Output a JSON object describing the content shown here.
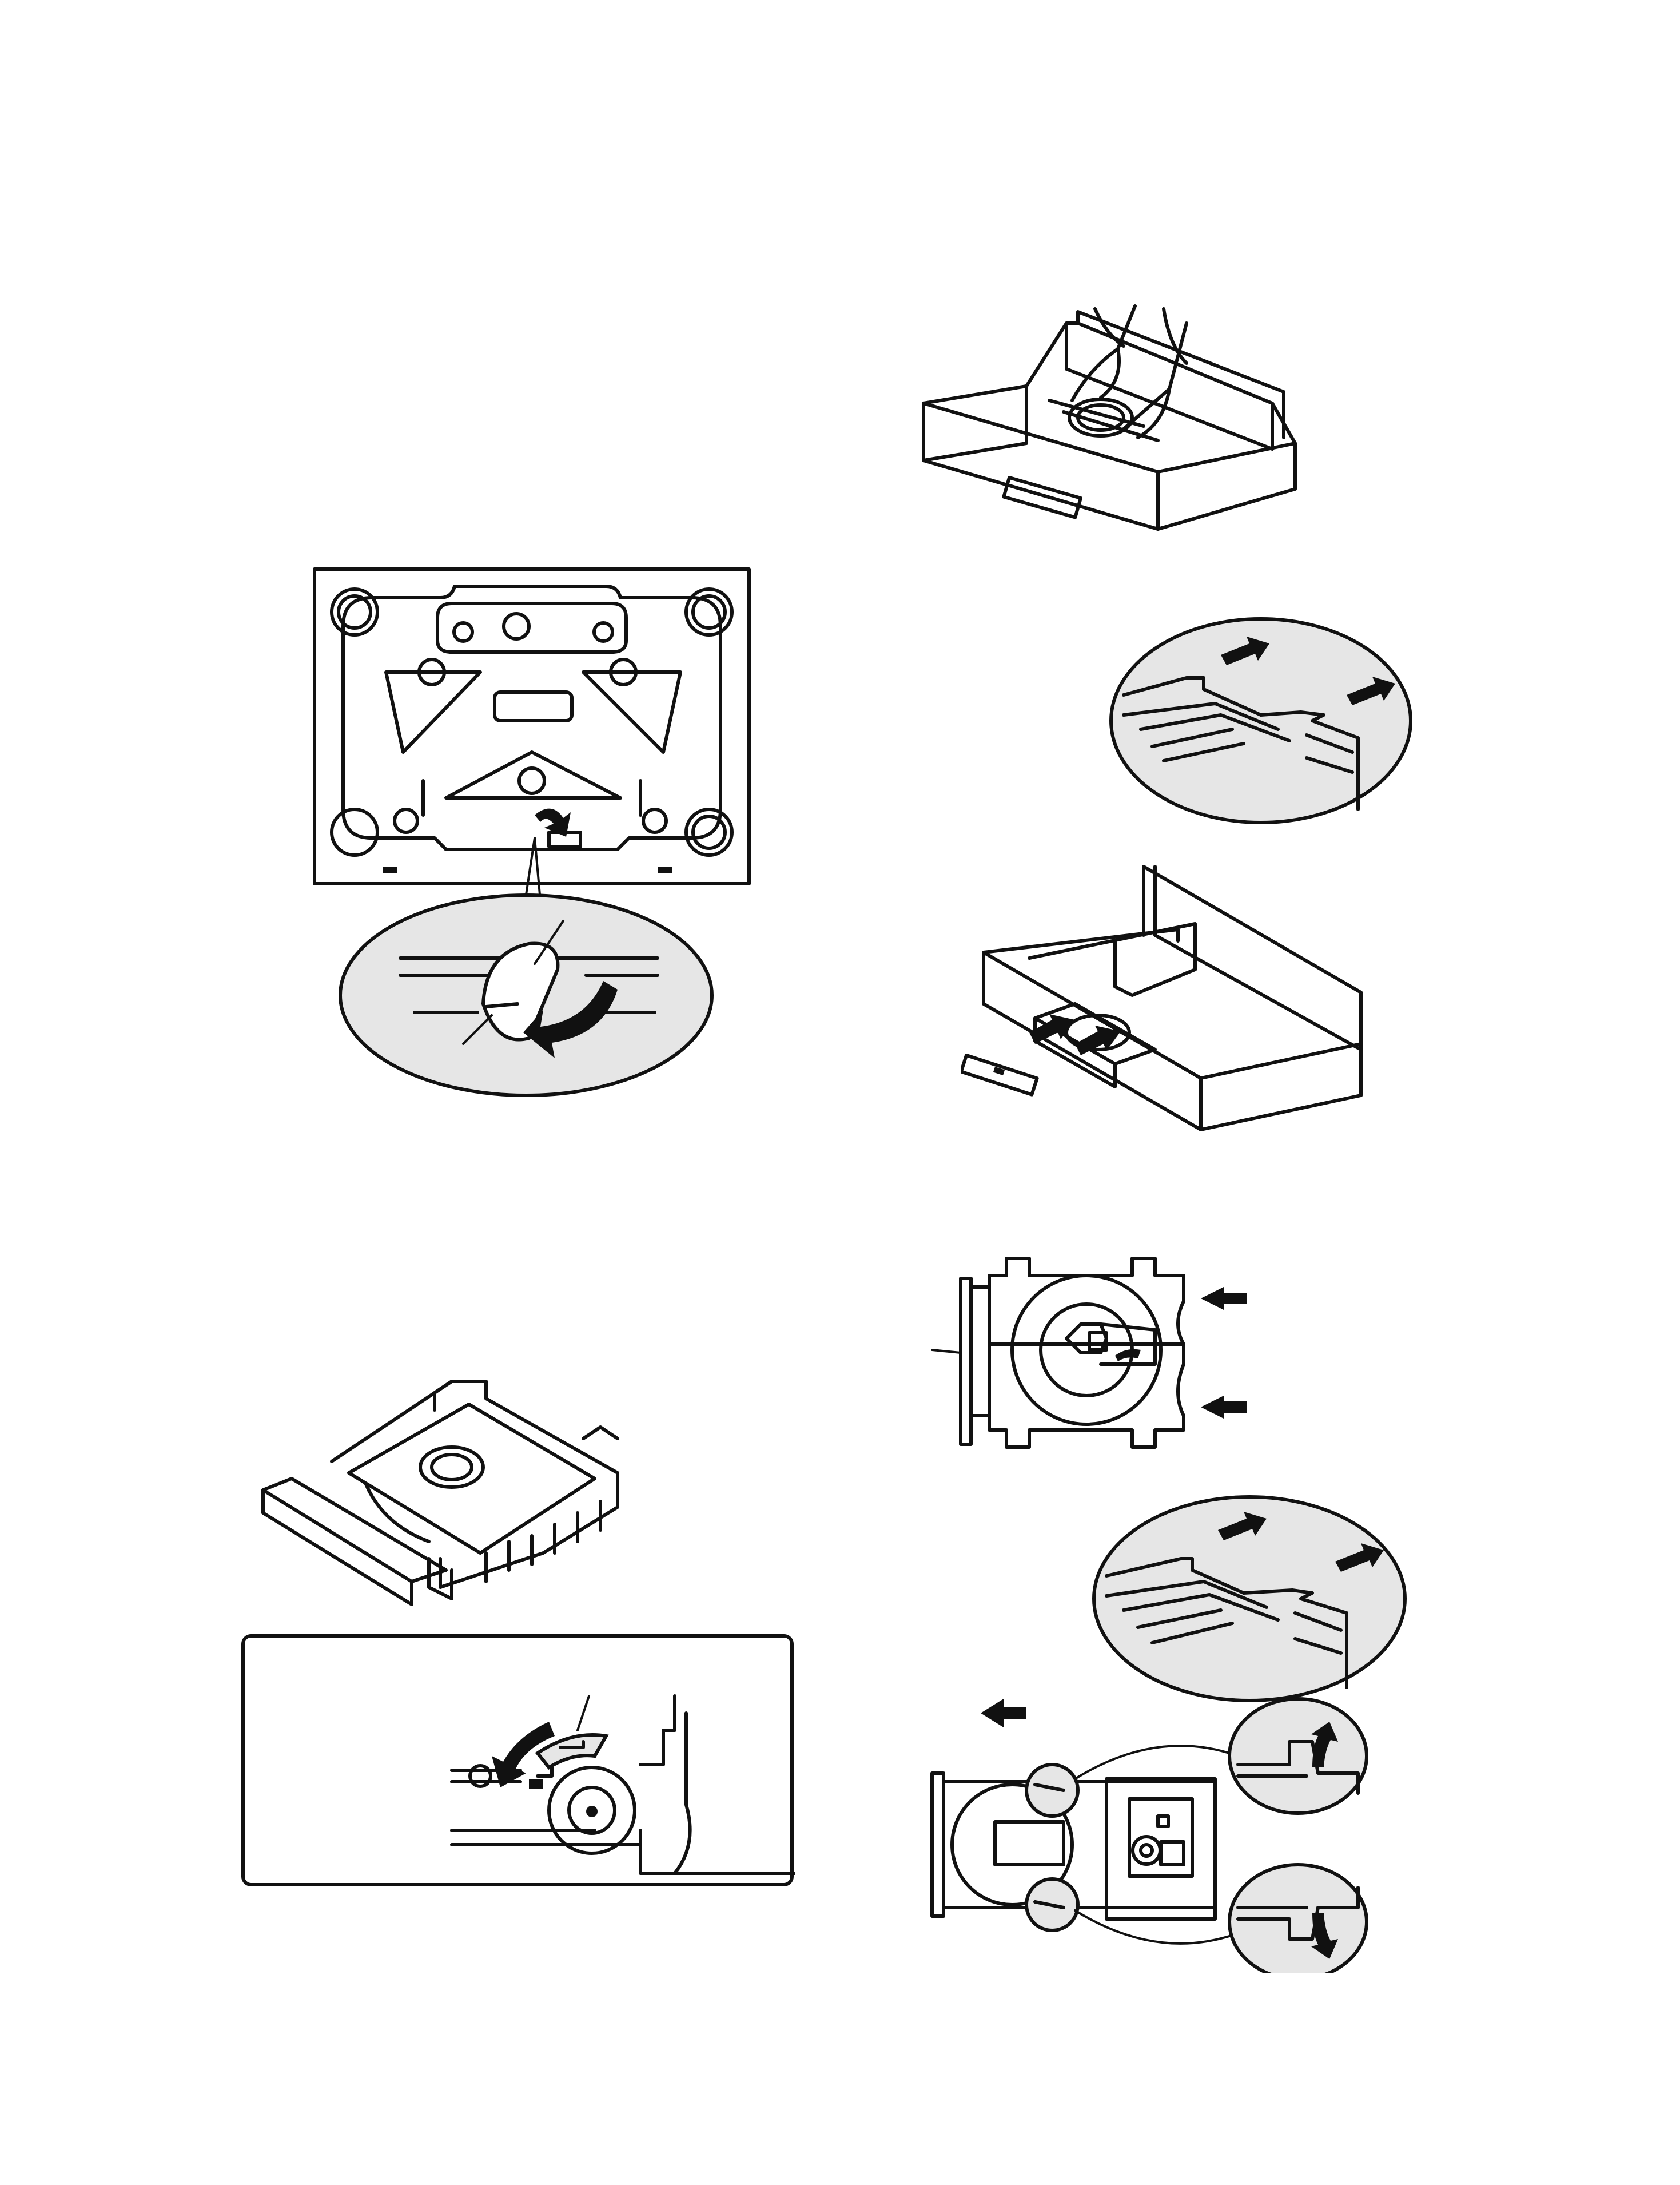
{
  "page": {
    "background": "#ffffff",
    "ink": "#111111",
    "highlight_fill": "#e6e6e6"
  },
  "figures": [
    {
      "id": "bottom-chassis",
      "icon": "chassis-bottom-view-icon"
    },
    {
      "id": "lever-detail",
      "icon": "lever-zoom-icon"
    },
    {
      "id": "tray-hands",
      "icon": "hands-on-tray-icon"
    },
    {
      "id": "slot-detail-1",
      "icon": "slot-zoom-icon"
    },
    {
      "id": "tray-pull-out",
      "icon": "tray-pull-out-icon"
    },
    {
      "id": "mechanism-iso",
      "icon": "cd-mechanism-icon"
    },
    {
      "id": "gear-detail",
      "icon": "gear-release-icon"
    },
    {
      "id": "mechanism-top",
      "icon": "mechanism-top-view-icon"
    },
    {
      "id": "slot-detail-2",
      "icon": "slot-zoom-icon"
    },
    {
      "id": "pickup-removal",
      "icon": "pickup-removal-icon"
    }
  ]
}
